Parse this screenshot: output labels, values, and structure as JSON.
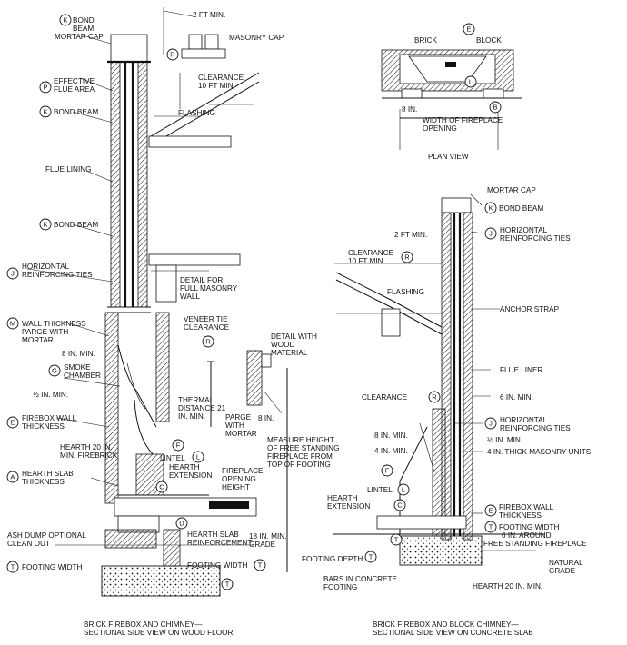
{
  "left_labels": {
    "bond_beam_mortar_cap": {
      "letter": "K",
      "line1": "BOND",
      "line2": "BEAM",
      "line3": "MORTAR CAP"
    },
    "two_ft_min": "2 FT MIN.",
    "masonry_cap": "MASONRY CAP",
    "r_top": "R",
    "clearance_10ft": [
      "CLEARANCE",
      "10 FT MIN."
    ],
    "effective_flue_area": {
      "letter": "P",
      "line1": "EFFECTIVE",
      "line2": "FLUE AREA"
    },
    "bond_beam_1": {
      "letter": "K",
      "text": "BOND BEAM"
    },
    "flashing": "FLASHING",
    "flue_lining": "FLUE LINING",
    "bond_beam_2": {
      "letter": "K",
      "text": "BOND BEAM"
    },
    "horizontal_ties": {
      "letter": "J",
      "line1": "HORIZONTAL",
      "line2": "REINFORCING TIES"
    },
    "detail_full_masonry": [
      "DETAIL FOR",
      "FULL MASONRY",
      "WALL"
    ],
    "wall_thickness": {
      "letter": "M",
      "line1": "WALL THICKNESS",
      "line2": "PARGE WITH",
      "line3": "MORTAR"
    },
    "veneer_tie": [
      "VENEER TIE",
      "CLEARANCE"
    ],
    "r_veneer": "R",
    "detail_wood": [
      "DETAIL WITH",
      "WOOD",
      "MATERIAL"
    ],
    "eight_in_min": "8 IN. MIN.",
    "smoke_chamber": {
      "letter": "G",
      "line1": "SMOKE",
      "line2": "CHAMBER"
    },
    "half_in_min": "½ IN. MIN.",
    "thermal_distance": [
      "THERMAL",
      "DISTANCE 21",
      "IN. MIN."
    ],
    "parge": [
      "PARGE",
      "WITH",
      "MORTAR"
    ],
    "eight_in": "8 IN.",
    "firebox_wall": {
      "letter": "E",
      "line1": "FIREBOX WALL",
      "line2": "THICKNESS"
    },
    "f_letter": "F",
    "lintel": {
      "text": "LINTEL",
      "letter": "L"
    },
    "hearth_20": [
      "HEARTH 20 IN.",
      "MIN. FIREBRICK"
    ],
    "hearth_extension": [
      "HEARTH",
      "EXTENSION"
    ],
    "c_letter": "C",
    "fireplace_opening": [
      "FIREPLACE",
      "OPENING",
      "HEIGHT"
    ],
    "measure_height": [
      "MEASURE HEIGHT",
      "OF FREE STANDING",
      "FIREPLACE FROM",
      "TOP OF FOOTING"
    ],
    "hearth_slab": {
      "letter": "A",
      "line1": "HEARTH SLAB",
      "line2": "THICKNESS"
    },
    "d_letter": "D",
    "hearth_slab_reinf": [
      "HEARTH SLAB",
      "REINFORCEMENT"
    ],
    "eighteen_in": [
      "18 IN. MIN.",
      "GRADE"
    ],
    "ash_dump": [
      "ASH DUMP OPTIONAL",
      "CLEAN OUT"
    ],
    "footing_width_left": {
      "letter": "T",
      "text": "FOOTING WIDTH"
    },
    "footing_width_mid": {
      "text": "FOOTING WIDTH",
      "letter": "T"
    },
    "t_bottom": "T",
    "caption": [
      "BRICK FIREBOX AND CHIMNEY—",
      "SECTIONAL SIDE VIEW ON WOOD FLOOR"
    ]
  },
  "plan_view": {
    "brick": "BRICK",
    "e_letter": "E",
    "block": "BLOCK",
    "l_letter": "L",
    "eight_in": "8 IN.",
    "b_letter": "B",
    "width_opening": [
      "WIDTH OF FIREPLACE",
      "OPENING"
    ],
    "title": "PLAN VIEW"
  },
  "right_labels": {
    "mortar_cap": "MORTAR CAP",
    "bond_beam": {
      "letter": "K",
      "text": "BOND BEAM"
    },
    "two_ft_min": "2 FT MIN.",
    "horizontal_ties_top": {
      "letter": "J",
      "line1": "HORIZONTAL",
      "line2": "REINFORCING TIES"
    },
    "clearance_10ft": [
      "CLEARANCE",
      "10 FT MIN."
    ],
    "r_top": "R",
    "flashing": "FLASHING",
    "anchor_strap": "ANCHOR STRAP",
    "flue_liner": "FLUE LINER",
    "clearance": {
      "text": "CLEARANCE",
      "letter": "R"
    },
    "six_in_min": "6 IN. MIN.",
    "horizontal_ties": {
      "letter": "J",
      "line1": "HORIZONTAL",
      "line2": "REINFORCING TIES"
    },
    "eight_in_min": "8 IN. MIN.",
    "half_in_min": "½ IN. MIN.",
    "four_in_min": "4 IN. MIN.",
    "four_in_thick": "4 IN. THICK MASONRY UNITS",
    "f_letter": "F",
    "lintel": {
      "text": "LINTEL",
      "letter": "L"
    },
    "hearth_extension": [
      "HEARTH",
      "EXTENSION"
    ],
    "c_letter": "C",
    "firebox_wall": {
      "letter": "E",
      "line1": "FIREBOX WALL",
      "line2": "THICKNESS"
    },
    "footing_width": {
      "letter": "T",
      "line1": "FOOTING WIDTH",
      "line2": "6 IN. AROUND",
      "line3": "FREE STANDING FIREPLACE"
    },
    "t_mid": "T",
    "footing_depth": {
      "text": "FOOTING DEPTH",
      "letter": "T"
    },
    "natural_grade": [
      "NATURAL",
      "GRADE"
    ],
    "bars_concrete": [
      "BARS IN CONCRETE",
      "FOOTING"
    ],
    "hearth_20": "HEARTH 20 IN. MIN.",
    "caption": [
      "BRICK FIREBOX AND BLOCK CHIMNEY—",
      "SECTIONAL SIDE VIEW ON CONCRETE SLAB"
    ]
  }
}
